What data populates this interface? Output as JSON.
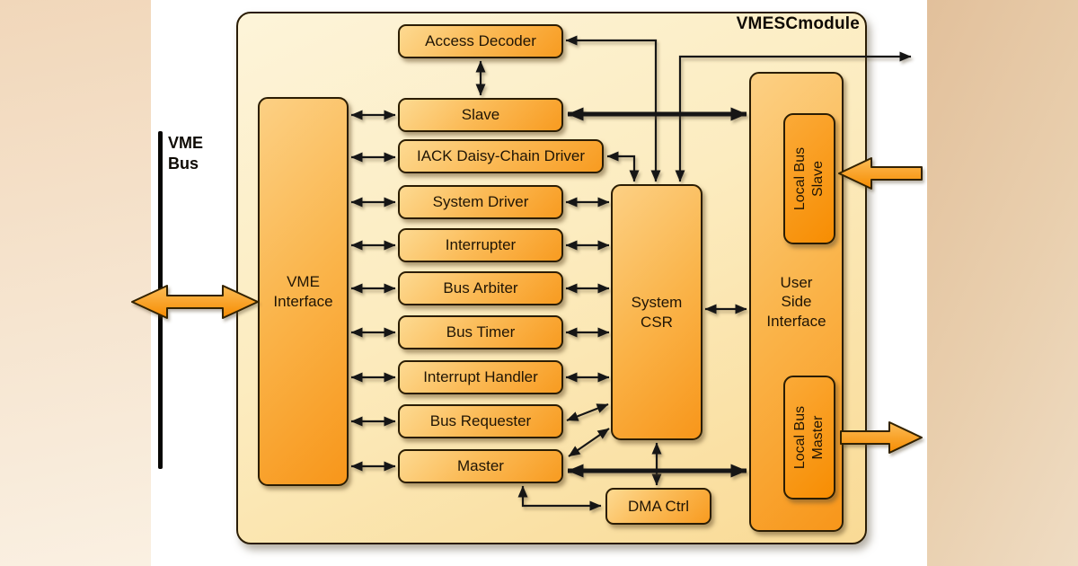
{
  "title": "VMESCmodule",
  "vme_bus": {
    "label": "VME\nBus"
  },
  "boxes": {
    "access_decoder": "Access Decoder",
    "slave": "Slave",
    "iack_daisy_chain_driver": "IACK Daisy-Chain Driver",
    "system_driver": "System Driver",
    "interrupter": "Interrupter",
    "bus_arbiter": "Bus Arbiter",
    "bus_timer": "Bus Timer",
    "interrupt_handler": "Interrupt Handler",
    "bus_requester": "Bus Requester",
    "master": "Master",
    "vme_interface": "VME\nInterface",
    "system_csr": "System\nCSR",
    "user_side_interface": "User\nSide\nInterface",
    "local_bus_slave": "Local Bus\nSlave",
    "local_bus_master": "Local Bus\nMaster",
    "dma_ctrl": "DMA Ctrl"
  },
  "colors": {
    "box_orange_dark": "#f89b20",
    "box_orange_light": "#fdda92",
    "module_fill_light": "#fdf4d9",
    "module_fill_dark": "#f9da95",
    "border_dark": "#2b1d03",
    "connector_black": "#141414",
    "band_left": "#f1d7ba",
    "band_right": "#e2c09b",
    "block_arrow_fill": "#f68b00"
  }
}
